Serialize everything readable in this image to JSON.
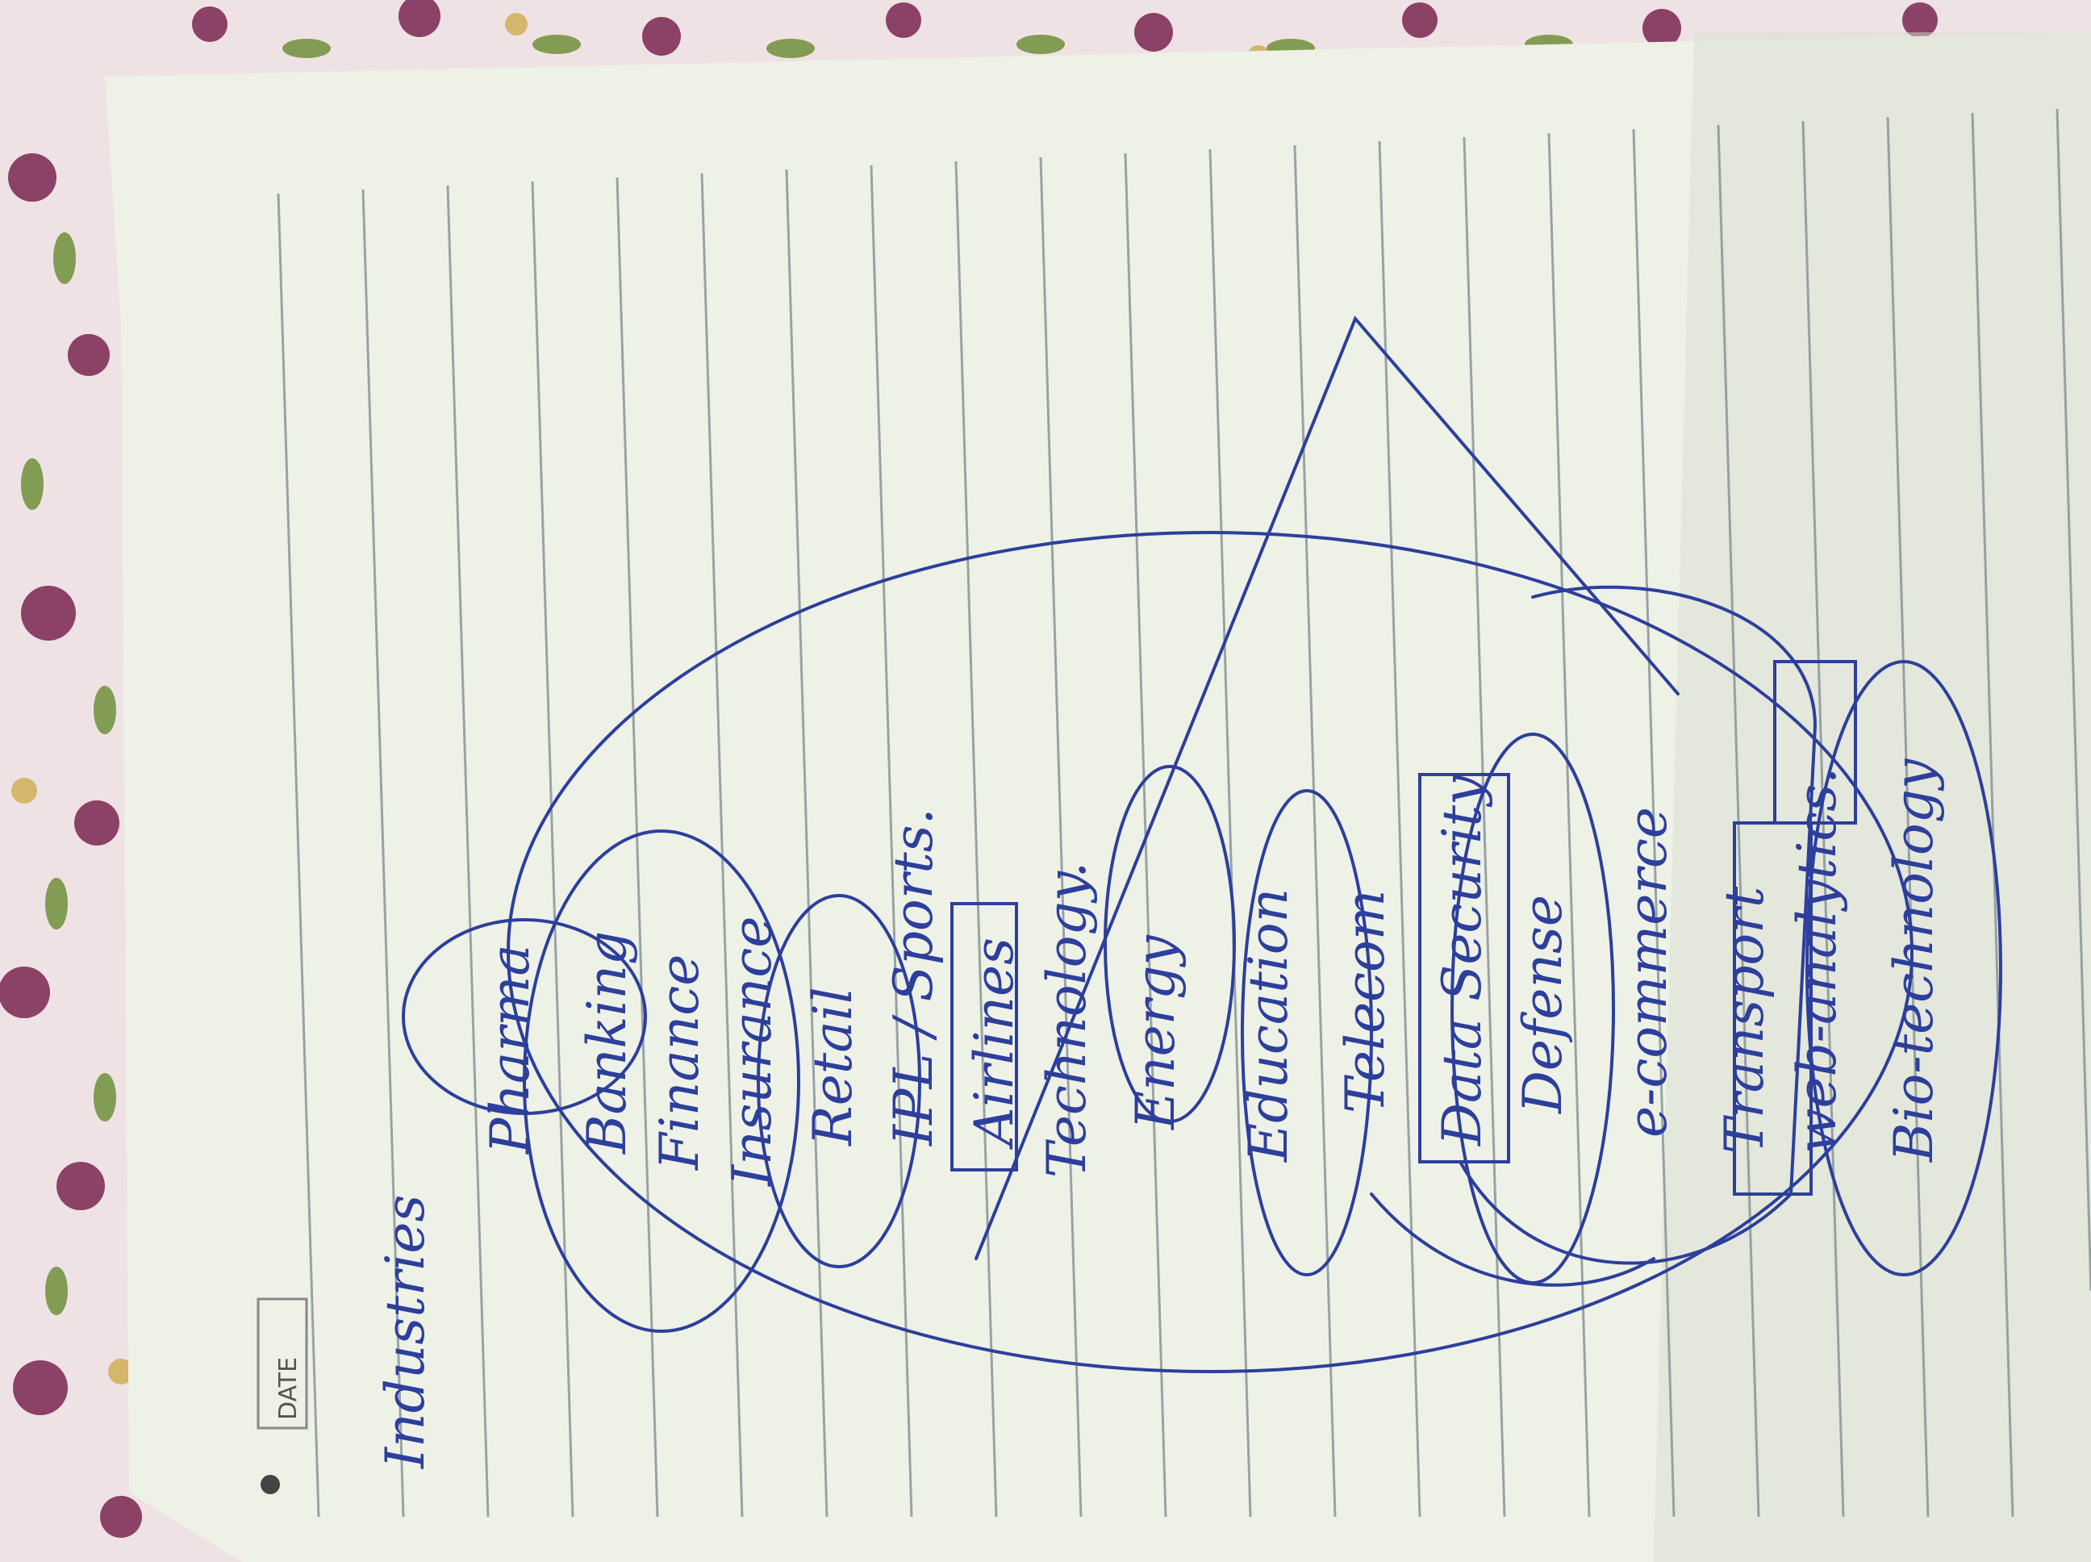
{
  "header": {
    "date_label": "DATE"
  },
  "diagram": {
    "root": "Industries",
    "items": [
      "Pharma",
      "Banking",
      "Finance",
      "Insurance",
      "Retail",
      "IPL / Sports.",
      "Airlines",
      "Technology.",
      "Energy",
      "Education",
      "Telecom",
      "Data Security",
      "Defense",
      "e-commerce",
      "Transport",
      "web-analytics.",
      "Bio-technology"
    ]
  },
  "colors": {
    "ink": "#2d3f9c",
    "paper": "#eef1e6",
    "rule_line": "#7c8a8f",
    "fabric": "#efe3e6",
    "flower": "#7a2450",
    "leaf": "#6f8f3a"
  }
}
